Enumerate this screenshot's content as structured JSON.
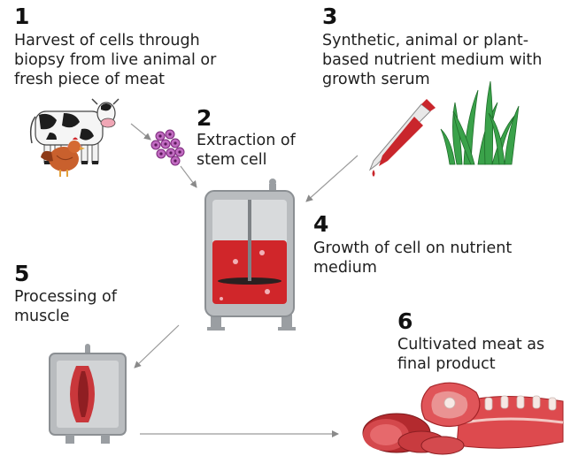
{
  "steps": [
    {
      "number": "1",
      "text": "Harvest of cells through\nbiopsy from live animal or\nfresh piece of meat"
    },
    {
      "number": "2",
      "text": "Extraction of\nstem cell"
    },
    {
      "number": "3",
      "text": "Synthetic, animal or plant-\nbased nutrient medium with\ngrowth serum"
    },
    {
      "number": "4",
      "text": "Growth of cell on nutrient\nmedium"
    },
    {
      "number": "5",
      "text": "Processing of\nmuscle"
    },
    {
      "number": "6",
      "text": "Cultivated meat as\nfinal product"
    }
  ],
  "colors": {
    "tank_gray": "#b9bcbf",
    "tank_outline": "#8b8f93",
    "medium_red": "#d0262a",
    "meat_red": "#c9373b",
    "grass_green": "#3aa24a",
    "cell_purple": "#b85ab8",
    "arrow_gray": "#9a9a9a"
  },
  "icons": [
    "cow-icon",
    "chicken-icon",
    "cells-icon",
    "pipette-icon",
    "grass-icon",
    "bioreactor-icon",
    "processing-tank-icon",
    "meat-icon"
  ]
}
